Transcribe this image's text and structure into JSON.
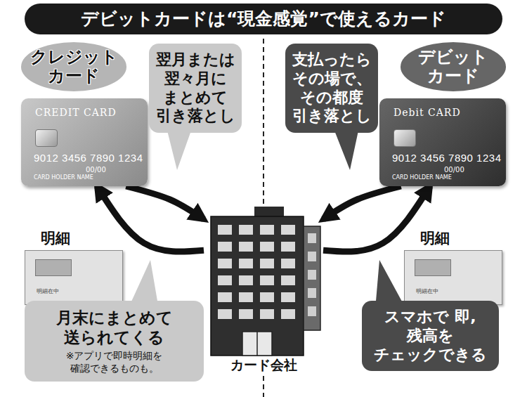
{
  "diagram": {
    "title": "デビットカードは“現金感覚”で使えるカード",
    "nodes": [
      {
        "text": [
          "クレジット カード",
          "CREDIT CARD",
          "9012 3456 7890 1234",
          "00/00",
          "CARD HOLDER NAME"
        ]
      },
      {
        "text": [
          "翌月または 翌々月に まとめて 引き落とし"
        ]
      },
      {
        "text": [
          "支払ったら その場で、 その都度 引き落とし"
        ]
      },
      {
        "text": [
          "デビット カード",
          "Debit CARD",
          "9012 3456 7890 1234",
          "00/00",
          "CARD HOLDER NAME"
        ]
      },
      {
        "text": [
          "カード会社"
        ]
      },
      {
        "text": [
          "明細",
          "明細在中"
        ]
      },
      {
        "text": [
          "月末にまとめて 送られてくる",
          "※アプリで即時明細を 確認できるものも。"
        ]
      },
      {
        "text": [
          "明細",
          "明細在中"
        ]
      },
      {
        "text": [
          "スマホで 即,残高を チェックできる"
        ]
      }
    ],
    "edges": [
      {
        "from": 0,
        "to": 4,
        "arrow": "to"
      },
      {
        "from": 4,
        "to": 0,
        "arrow": "to"
      },
      {
        "from": 3,
        "to": 4,
        "arrow": "to"
      },
      {
        "from": 4,
        "to": 3,
        "arrow": "to"
      }
    ]
  }
}
